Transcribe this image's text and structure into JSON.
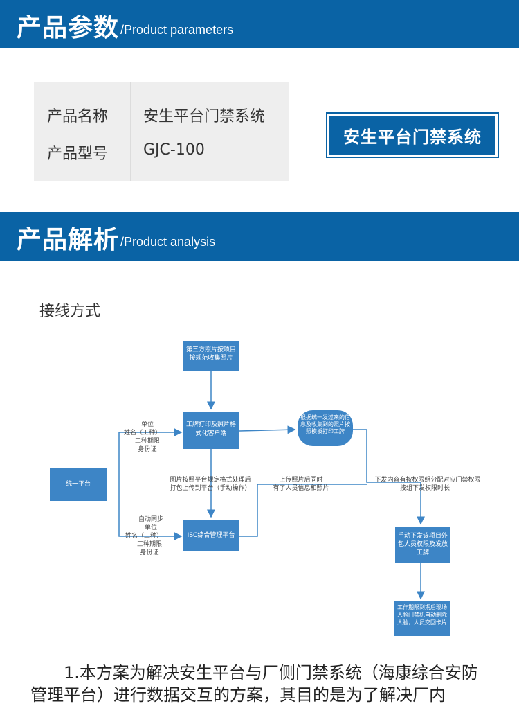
{
  "header1": {
    "title": "产品参数",
    "subtitle": "/Product parameters"
  },
  "params": {
    "rows": [
      {
        "label": "产品名称",
        "value": "安生平台门禁系统"
      },
      {
        "label": "产品型号",
        "value": "GJC-100"
      }
    ]
  },
  "badge": {
    "text": "安生平台门禁系统"
  },
  "header2": {
    "title": "产品解析",
    "subtitle": "/Product analysis"
  },
  "section": {
    "label": "接线方式"
  },
  "flow": {
    "box_third_party": "第三方照片按项目按规范收集照片",
    "box_badge_print": "工牌打印及照片格式化客户端",
    "box_unified": "统一平台",
    "box_isc": "ISC综合管理平台",
    "oval_print": "根据统一发过来的信息及收集到的照片按照模板打印工牌",
    "box_manual_issue": "手动下发该项目外包人员权限及发放工牌",
    "box_auto_delete": "工作期限到期后现场人脸门禁机自动删除人脸，人员交回卡片",
    "label_top_fields": [
      "单位",
      "姓名（工种）",
      "工种期限",
      "身份证"
    ],
    "label_bottom_fields": [
      "自动同步",
      "单位",
      "姓名（工种）",
      "工种期限",
      "身份证"
    ],
    "label_photo_process": [
      "图片按照平台规定格式处理后",
      "打包上传到平台（手动操作）"
    ],
    "label_upload": [
      "上传照片后同时",
      "有了人员信息和照片"
    ],
    "label_issue": [
      "下发内容有按权限组分配对应门禁权限",
      "按组下发权限时长"
    ]
  },
  "paragraph": {
    "text": "1.本方案为解决安生平台与厂侧门禁系统（海康综合安防管理平台）进行数据交互的方案，其目的是为了解决厂内"
  },
  "colors": {
    "brand_blue": "#0a63a5",
    "flow_blue": "#3d85c6"
  }
}
